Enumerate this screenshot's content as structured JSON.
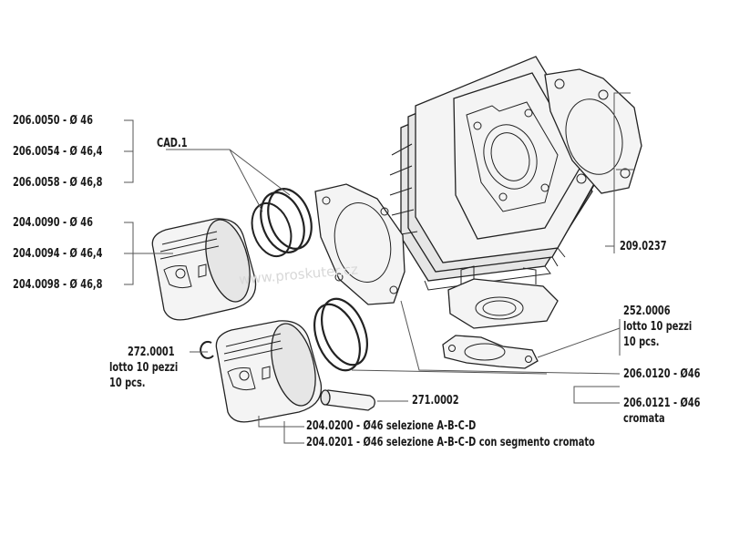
{
  "watermark": "www.proskuter.cz",
  "labels": {
    "p206_0050": "206.0050 - Ø 46",
    "p206_0054": "206.0054 - Ø 46,4",
    "p206_0058": "206.0058 - Ø 46,8",
    "cad1": "CAD.1",
    "p204_0090": "204.0090 - Ø 46",
    "p204_0094": "204.0094 - Ø 46,4",
    "p204_0098": "204.0098 - Ø 46,8",
    "p272_0001": "272.0001",
    "p272_lotto": "lotto 10 pezzi",
    "p272_pcs": "10 pcs.",
    "p271_0002": "271.0002",
    "p204_0200": "204.0200 - Ø46 selezione A-B-C-D",
    "p204_0201": "204.0201 - Ø46 selezione A-B-C-D con segmento cromato",
    "p209_0237": "209.0237",
    "p252_0006": "252.0006",
    "p252_lotto": "lotto 10 pezzi",
    "p252_pcs": "10 pcs.",
    "p206_0120": "206.0120 - Ø46",
    "p206_0121": "206.0121 - Ø46",
    "cromata": "cromata"
  }
}
